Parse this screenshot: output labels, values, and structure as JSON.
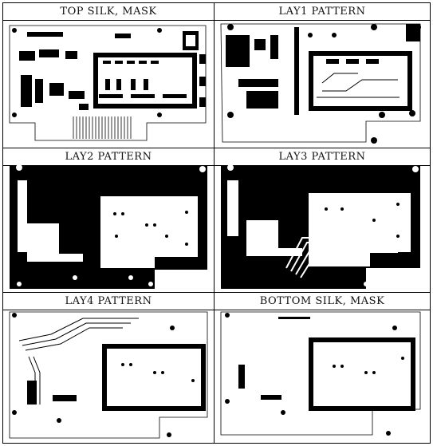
{
  "figure": {
    "panels": [
      {
        "id": "top-silk",
        "label": "TOP SILK, MASK"
      },
      {
        "id": "lay1",
        "label": "LAY1 PATTERN"
      },
      {
        "id": "lay2",
        "label": "LAY2 PATTERN"
      },
      {
        "id": "lay3",
        "label": "LAY3 PATTERN"
      },
      {
        "id": "lay4",
        "label": "LAY4 PATTERN"
      },
      {
        "id": "bottom-silk",
        "label": "BOTTOM SILK, MASK"
      }
    ]
  }
}
